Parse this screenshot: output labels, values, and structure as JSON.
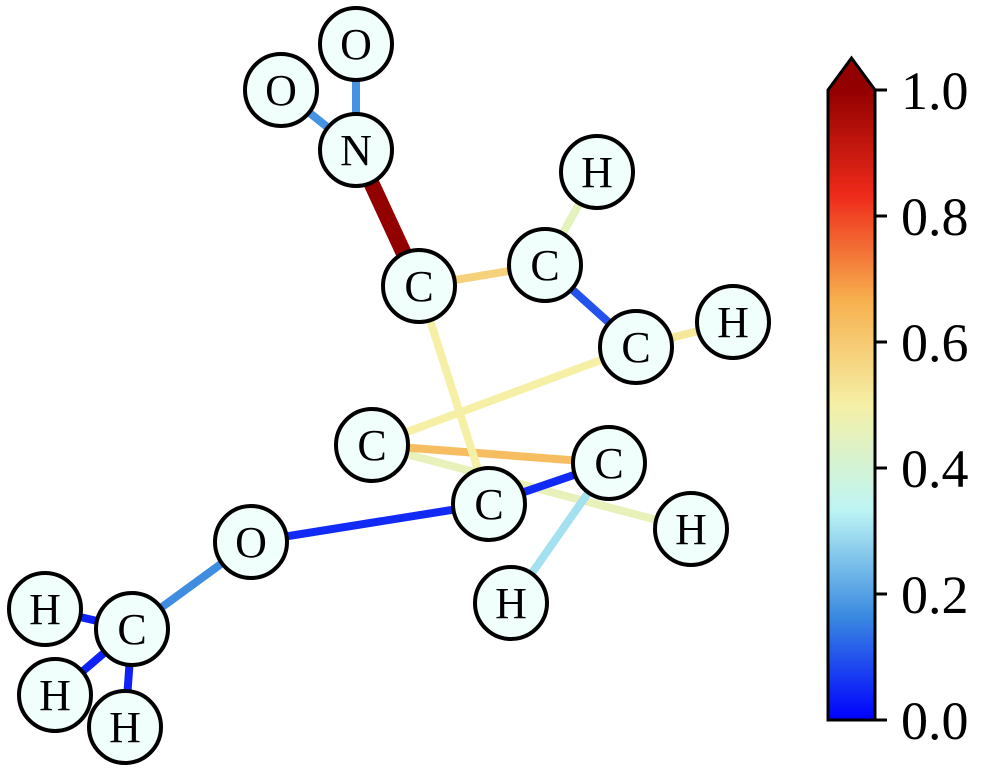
{
  "molecule": {
    "atoms": [
      {
        "id": "o1",
        "label": "O"
      },
      {
        "id": "o2",
        "label": "O"
      },
      {
        "id": "n1",
        "label": "N"
      },
      {
        "id": "h1",
        "label": "H"
      },
      {
        "id": "c1",
        "label": "C"
      },
      {
        "id": "c2",
        "label": "C"
      },
      {
        "id": "h2",
        "label": "H"
      },
      {
        "id": "c3",
        "label": "C"
      },
      {
        "id": "c4",
        "label": "C"
      },
      {
        "id": "c5",
        "label": "C"
      },
      {
        "id": "c6",
        "label": "C"
      },
      {
        "id": "h3",
        "label": "H"
      },
      {
        "id": "o3",
        "label": "O"
      },
      {
        "id": "h4",
        "label": "H"
      },
      {
        "id": "h5",
        "label": "H"
      },
      {
        "id": "c7",
        "label": "C"
      },
      {
        "id": "h6",
        "label": "H"
      },
      {
        "id": "h7",
        "label": "H"
      }
    ],
    "bonds": [
      {
        "from": "n1",
        "to": "o1",
        "value": 0.18
      },
      {
        "from": "n1",
        "to": "o2",
        "value": 0.18
      },
      {
        "from": "n1",
        "to": "c1",
        "value": 1.0
      },
      {
        "from": "c1",
        "to": "c2",
        "value": 0.58
      },
      {
        "from": "c2",
        "to": "h1",
        "value": 0.45
      },
      {
        "from": "c2",
        "to": "c3",
        "value": 0.1
      },
      {
        "from": "c3",
        "to": "h2",
        "value": 0.52
      },
      {
        "from": "c3",
        "to": "c4",
        "value": 0.5
      },
      {
        "from": "c4",
        "to": "h3",
        "value": 0.46
      },
      {
        "from": "c4",
        "to": "c5",
        "value": 0.63
      },
      {
        "from": "c5",
        "to": "h4",
        "value": 0.3
      },
      {
        "from": "c5",
        "to": "c6",
        "value": 0.05
      },
      {
        "from": "c6",
        "to": "c1",
        "value": 0.5
      },
      {
        "from": "c6",
        "to": "o3",
        "value": 0.05
      },
      {
        "from": "o3",
        "to": "c7",
        "value": 0.17
      },
      {
        "from": "c7",
        "to": "h5",
        "value": 0.04
      },
      {
        "from": "c7",
        "to": "h6",
        "value": 0.04
      },
      {
        "from": "c7",
        "to": "h7",
        "value": 0.04
      }
    ]
  },
  "colorbar": {
    "vmin": 0.0,
    "vmax": 1.0,
    "extend": "max",
    "colormap": "RdYlBu_r",
    "colormap_stops": [
      "#0000ff",
      "#3b8be0",
      "#bdf5f4",
      "#f5f0a6",
      "#f7b04e",
      "#ee2a1a",
      "#920000"
    ],
    "ticks": [
      {
        "value": 0.0,
        "label": "0.0"
      },
      {
        "value": 0.2,
        "label": "0.2"
      },
      {
        "value": 0.4,
        "label": "0.4"
      },
      {
        "value": 0.6,
        "label": "0.6"
      },
      {
        "value": 0.8,
        "label": "0.8"
      },
      {
        "value": 1.0,
        "label": "1.0"
      }
    ]
  },
  "colors": {
    "atom_fill": "#f0fffc",
    "outline": "#000000"
  }
}
